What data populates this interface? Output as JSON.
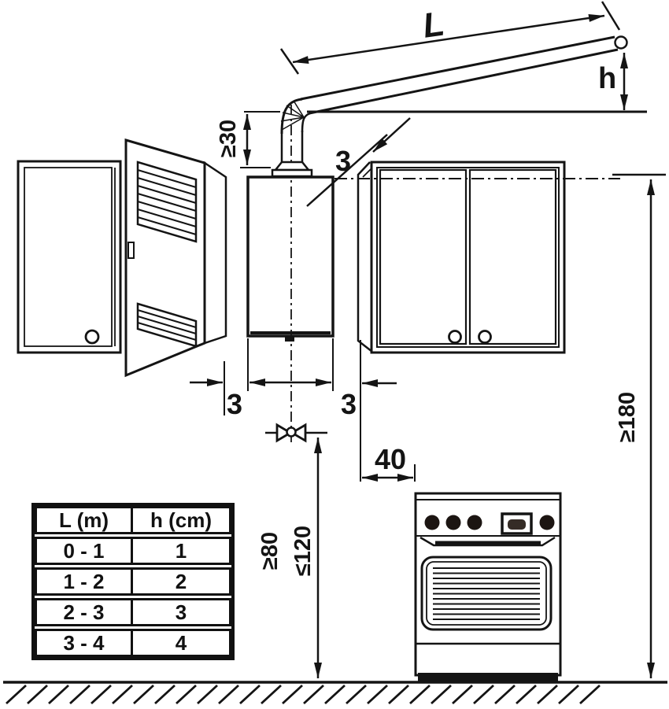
{
  "labels": {
    "flue_length": "L",
    "terminal_rise": "h",
    "clearance_above_boiler": "≥30",
    "clearance_top": "3",
    "clearance_left": "3",
    "clearance_right": "3",
    "clearance_stove_horizontal": "40",
    "valve_height_min": "≥80",
    "valve_height_max": "≤120",
    "clearance_above_stove": "≥180"
  },
  "table": {
    "headers": [
      "L (m)",
      "h (cm)"
    ],
    "rows": [
      {
        "l": "0 - 1",
        "h": "1"
      },
      {
        "l": "1 - 2",
        "h": "2"
      },
      {
        "l": "2 - 3",
        "h": "3"
      },
      {
        "l": "3 - 4",
        "h": "4"
      }
    ]
  },
  "colors": {
    "ink": "#141414",
    "paper": "#ffffff"
  }
}
